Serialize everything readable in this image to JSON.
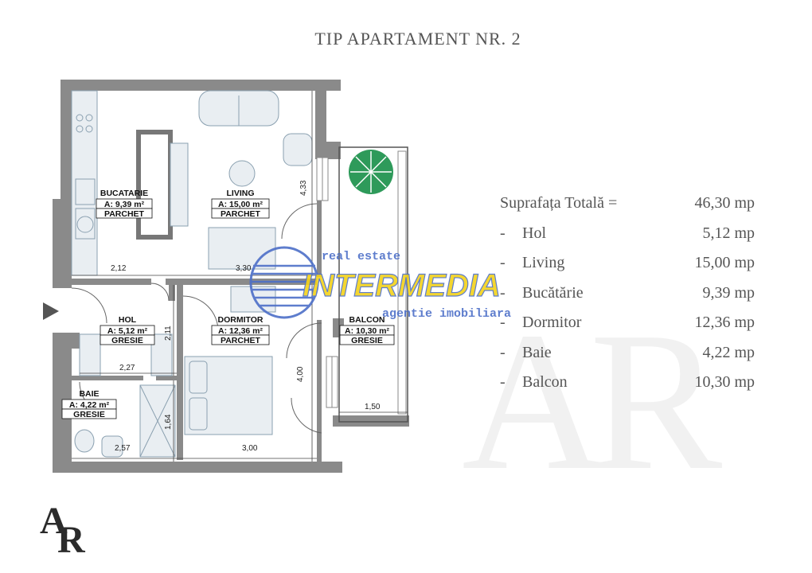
{
  "title": "TIP APARTAMENT NR. 2",
  "rooms": [
    {
      "name": "BUCATARIE",
      "area": "A: 9,39 m²",
      "floor": "PARCHET"
    },
    {
      "name": "LIVING",
      "area": "A: 15,00 m²",
      "floor": "PARCHET"
    },
    {
      "name": "HOL",
      "area": "A: 5,12 m²",
      "floor": "GRESIE"
    },
    {
      "name": "DORMITOR",
      "area": "A: 12,36 m²",
      "floor": "PARCHET"
    },
    {
      "name": "BALCON",
      "area": "A: 10,30 m²",
      "floor": "GRESIE"
    },
    {
      "name": "BAIE",
      "area": "A: 4,22 m²",
      "floor": "GRESIE"
    }
  ],
  "dimensions": {
    "bucatarie_width": "2,12",
    "living_width": "3,30",
    "living_height": "4,33",
    "hol_width": "2,27",
    "hol_height": "2,11",
    "dormitor_height": "4,00",
    "baie_height": "1,64",
    "baie_width": "2,57",
    "dormitor_width": "3,00",
    "balcon_width": "1,50"
  },
  "watermark": {
    "line1": "real estate",
    "brand": "INTERMEDIA",
    "line2": "agentie imobiliara"
  },
  "areas": {
    "total_label": "Suprafața Totală =",
    "total_value": "46,30 mp",
    "items": [
      {
        "label": "Hol",
        "value": "5,12 mp"
      },
      {
        "label": "Living",
        "value": "15,00 mp"
      },
      {
        "label": "Bucătărie",
        "value": "9,39 mp"
      },
      {
        "label": "Dormitor",
        "value": "12,36 mp"
      },
      {
        "label": "Baie",
        "value": "4,22  mp"
      },
      {
        "label": "Balcon",
        "value": "10,30 mp"
      }
    ]
  },
  "logo_text": "AR",
  "colors": {
    "wall": "#8a8a8a",
    "furniture": "#e9eef2",
    "plant": "#2e9a5a",
    "brand_yellow": "#f3d21a",
    "brand_blue": "#4d6fc8"
  }
}
